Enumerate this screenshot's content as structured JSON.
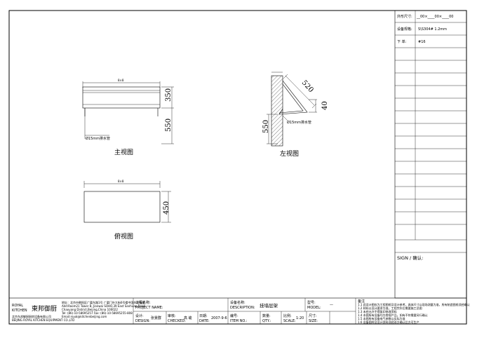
{
  "views": {
    "main": {
      "label": "主视图",
      "top_dim": "8×8",
      "dim_height": "350",
      "dim_leg": "550",
      "pipe_note": "Ø15mm排水管"
    },
    "left": {
      "label": "左视图",
      "dim_depth": "520",
      "dim_lip": "40",
      "dim_height": "550",
      "pipe_note": "Ø15mm排水管"
    },
    "top": {
      "label": "俯视图",
      "top_dim": "8×8",
      "dim_depth": "450"
    }
  },
  "spec_table": {
    "rows": [
      {
        "label": "外形尺寸:",
        "value": "__00×____00×____00"
      },
      {
        "label": "设备规格:",
        "value": "S\\S304# 1.2mm"
      },
      {
        "label": "下    单:",
        "value": "#16"
      }
    ],
    "sign_label": "SIGN / 确认:"
  },
  "title_block": {
    "logo_en_1": "ROYAL",
    "logo_en_2": "KITCHEN",
    "logo_cn": "東邦御厨",
    "address_cn": "地址：北京市朝阳区广渠东路1号 广渠门外大街6号楼中国外经贸部",
    "address_en_1": "Add:Room21 Tower B, Jianwai SOHO,39 East Sanhuan Road",
    "address_en_2": "Chaoyang District,Beijing,China 100022",
    "tel": "Tel: (86)-10-58695257 Fax: (86)-10-58695255-808",
    "email": "Email:royal@kitchenbeijing.com",
    "company_cn": "北京东邦御厨厨房设备有限公司",
    "company_en": "BEIJING ROYAL KITCHEN EQUIPMENT CO.,LTD",
    "project_label_cn": "工程名称:",
    "project_label_en": "PROJECT NAME:",
    "description_label_cn": "设备名称:",
    "description_label_en": "DESCRIPTION:",
    "description_value": "挂墙层架",
    "model_label_cn": "型号:",
    "model_label_en": "MODEL:",
    "model_value": "—",
    "design_label_cn": "设计:",
    "design_label_en": "DESIGN:",
    "design_value": "张景群",
    "checked_label_cn": "审核:",
    "checked_label_en": "CHECKED:",
    "checked_value": "高 峻",
    "date_label_cn": "日期:",
    "date_label_en": "DATE:",
    "date_value": "2007-9-6",
    "item_label_cn": "编号:",
    "item_label_en": "ITEM NO.:",
    "qty_label_cn": "数量:",
    "qty_label_en": "QTY.:",
    "scale_label_cn": "比例:",
    "scale_label_en": "SCALE:",
    "scale_value": "1:20",
    "size_label_cn": "尺寸:",
    "size_label_en": "SIZE:",
    "notes_title": "备注",
    "notes": [
      "1.1 此设计图仅为工程图纸及设计参考，具体尺寸以现场测量为准，所有制造图纸须经确认",
      "1.2 材料以设计要求为准，工程完毕后需要施工总图",
      "1.3 未经允许不得复印修改资料",
      "1.4 本图所有设备均为常规产品，如有不符需要另行确认",
      "1.5 本图所有设备电气参数以实际为准",
      "1.6 设备图样及设计资料须经双方确认后方可生产"
    ]
  }
}
